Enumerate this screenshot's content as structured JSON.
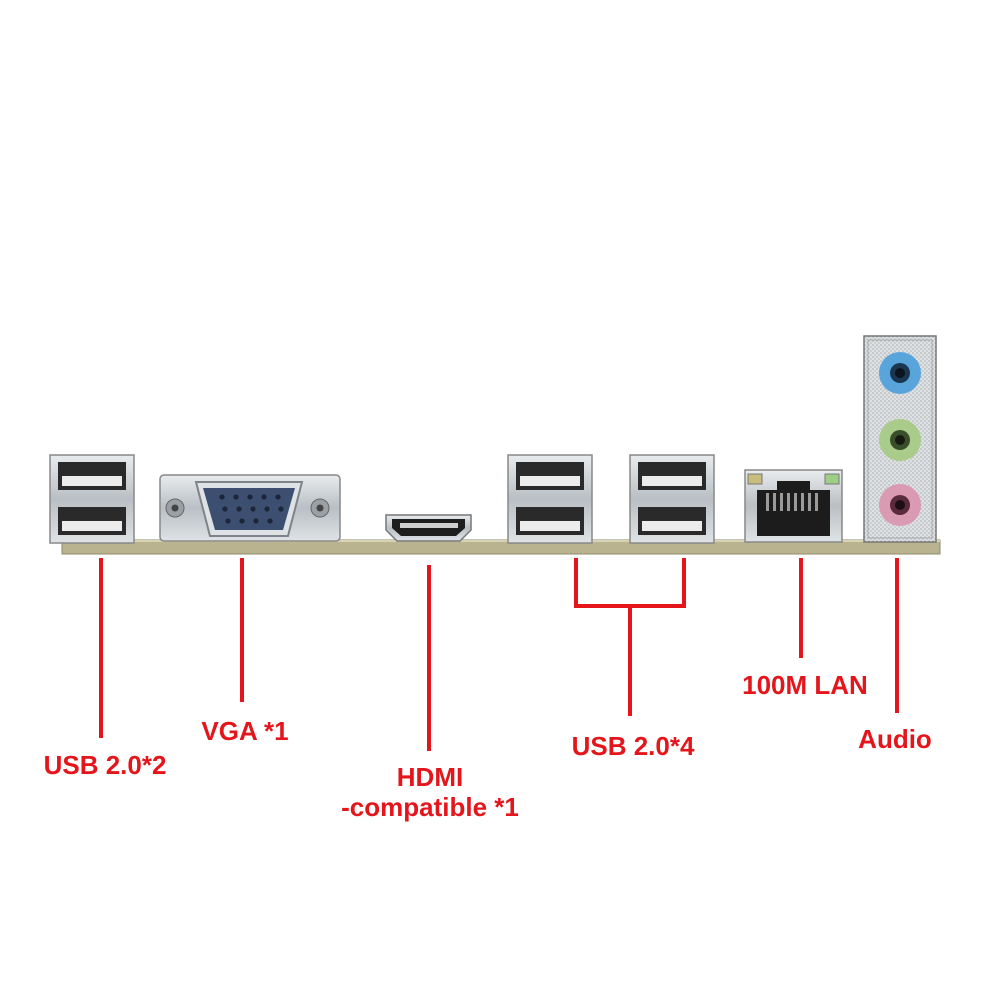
{
  "labels": {
    "usb_left": "USB 2.0*2",
    "vga": "VGA *1",
    "hdmi_line1": "HDMI",
    "hdmi_line2": "-compatible *1",
    "usb_right": "USB 2.0*4",
    "lan": "100M LAN",
    "audio": "Audio"
  },
  "colors": {
    "label_red": "#e4161b",
    "pcb": "#b9b48f",
    "metal": "#c9ced2",
    "vga_blue": "#3c4f70",
    "audio_blue": "#5aa4dc",
    "audio_green": "#a9cc8a",
    "audio_pink": "#d99ab2"
  },
  "icons": [
    "usb-port-icon",
    "vga-port-icon",
    "hdmi-port-icon",
    "rj45-port-icon",
    "audio-jack-icon"
  ]
}
